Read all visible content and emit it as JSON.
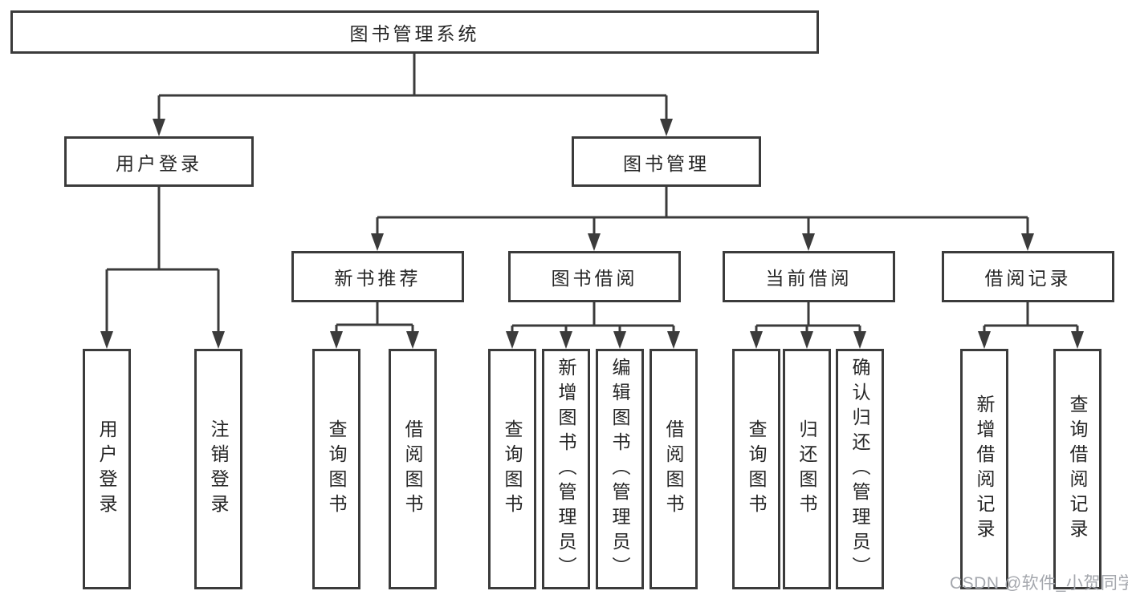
{
  "diagram": {
    "root": {
      "label": "图书管理系统"
    },
    "level2": [
      {
        "id": "user-login",
        "label": "用户登录"
      },
      {
        "id": "book-management",
        "label": "图书管理"
      }
    ],
    "level3": [
      {
        "id": "new-book-recommend",
        "label": "新书推荐"
      },
      {
        "id": "book-borrowing",
        "label": "图书借阅"
      },
      {
        "id": "current-borrowing",
        "label": "当前借阅"
      },
      {
        "id": "borrowing-records",
        "label": "借阅记录"
      }
    ],
    "leaves": [
      {
        "id": "user-login",
        "label": "用户登录"
      },
      {
        "id": "logout",
        "label": "注销登录"
      },
      {
        "id": "query-books-recommend",
        "label": "查询图书"
      },
      {
        "id": "borrow-books-recommend",
        "label": "借阅图书"
      },
      {
        "id": "query-books-borrowing",
        "label": "查询图书"
      },
      {
        "id": "add-book-admin",
        "label": "新增图书（管理员）"
      },
      {
        "id": "edit-book-admin",
        "label": "编辑图书（管理员）"
      },
      {
        "id": "borrow-books",
        "label": "借阅图书"
      },
      {
        "id": "query-books-current",
        "label": "查询图书"
      },
      {
        "id": "return-books",
        "label": "归还图书"
      },
      {
        "id": "confirm-return-admin",
        "label": "确认归还（管理员）"
      },
      {
        "id": "add-borrow-record",
        "label": "新增借阅记录"
      },
      {
        "id": "query-borrow-record",
        "label": "查询借阅记录"
      }
    ],
    "colors": {
      "line": "#3b3b3b",
      "box_border": "#3b3b3b",
      "box_fill": "#ffffff",
      "text": "#262626",
      "watermark": "#a4a7ad"
    }
  },
  "watermark": {
    "text": "CSDN @软件_小贺同学"
  }
}
